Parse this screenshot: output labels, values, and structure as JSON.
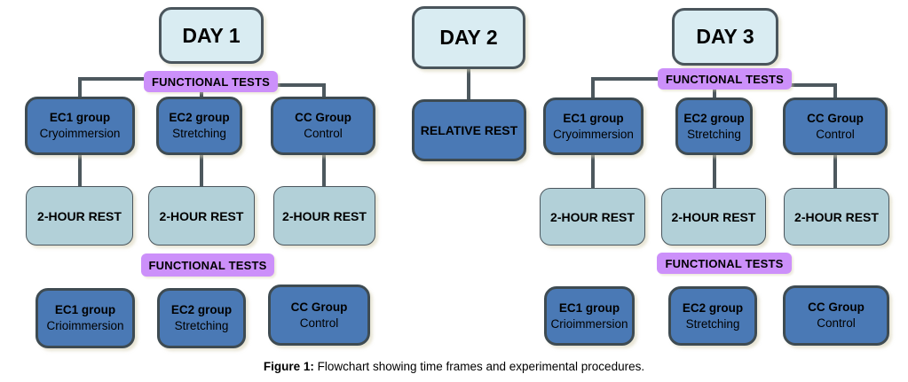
{
  "colors": {
    "background": "#ffffff",
    "day_box_fill": "#d9ecf2",
    "day_box_border": "#4a555c",
    "group_box_fill": "#4a79b5",
    "group_box_border": "#3e4b52",
    "rest_box_fill": "#b2d0d8",
    "rest_box_border": "#4a555c",
    "label_fill": "#cc90fa",
    "connector": "#4d585e"
  },
  "day1": {
    "title": "DAY 1",
    "top_label": "FUNCTIONAL TESTS",
    "groups_top": [
      {
        "name": "EC1 group",
        "sub": "Cryoimmersion"
      },
      {
        "name": "EC2 group",
        "sub": "Stretching"
      },
      {
        "name": "CC Group",
        "sub": "Control"
      }
    ],
    "rests": [
      "2-HOUR REST",
      "2-HOUR REST",
      "2-HOUR REST"
    ],
    "bottom_label": "FUNCTIONAL TESTS",
    "groups_bottom": [
      {
        "name": "EC1 group",
        "sub": "Crioimmersion"
      },
      {
        "name": "EC2 group",
        "sub": "Stretching"
      },
      {
        "name": "CC Group",
        "sub": "Control"
      }
    ]
  },
  "day2": {
    "title": "DAY 2",
    "rest_label": "RELATIVE REST"
  },
  "day3": {
    "title": "DAY 3",
    "top_label": "FUNCTIONAL TESTS",
    "groups_top": [
      {
        "name": "EC1 group",
        "sub": "Cryoimmersion"
      },
      {
        "name": "EC2 group",
        "sub": "Stretching"
      },
      {
        "name": "CC Group",
        "sub": "Control"
      }
    ],
    "rests": [
      "2-HOUR REST",
      "2-HOUR REST",
      "2-HOUR REST"
    ],
    "bottom_label": "FUNCTIONAL TESTS",
    "groups_bottom": [
      {
        "name": "EC1 group",
        "sub": "Crioimmersion"
      },
      {
        "name": "EC2 group",
        "sub": "Stretching"
      },
      {
        "name": "CC Group",
        "sub": "Control"
      }
    ]
  },
  "caption": {
    "prefix": "Figure 1:",
    "text": " Flowchart showing time frames and experimental procedures."
  }
}
